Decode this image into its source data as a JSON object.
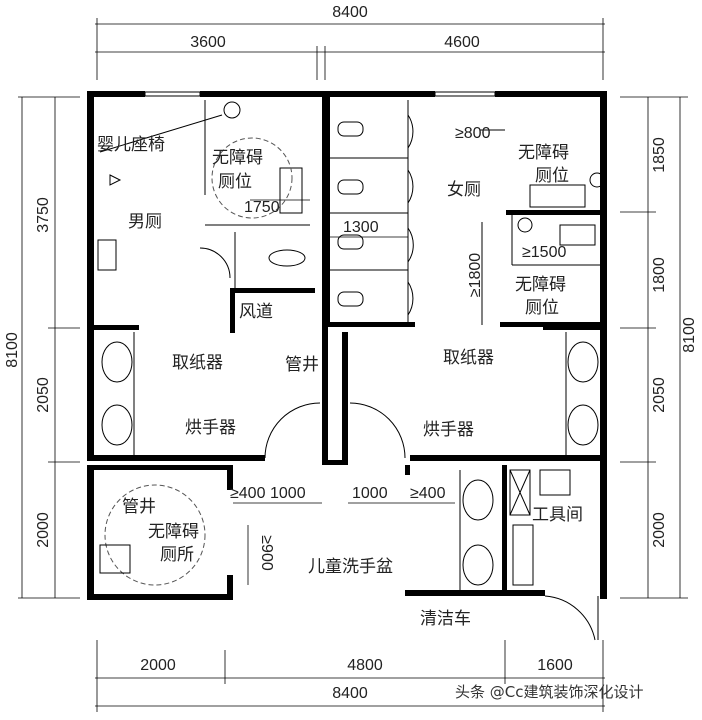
{
  "dimensions": {
    "top_total": "8400",
    "top_left": "3600",
    "top_right": "4600",
    "left_total": "8100",
    "left_segments": [
      "3750",
      "2050",
      "2000"
    ],
    "right_total": "8100",
    "right_segments": [
      "1850",
      "1800",
      "2050",
      "2000"
    ],
    "bottom_segments": [
      "2000",
      "4800",
      "1600"
    ],
    "bottom_total": "8400"
  },
  "rooms": {
    "baby_seat": "婴儿座椅",
    "men_accessible_stall": [
      "无障碍",
      "厕位"
    ],
    "men_accessible_dim": "1750",
    "mens_room": "男厕",
    "air_duct": "风道",
    "men_paper": "取纸器",
    "men_shaft": "管井",
    "men_dryer": "烘手器",
    "stall_dim": "1300",
    "womens_room": "女厕",
    "women_clear_800": "≥800",
    "women_accessible_stall_1": [
      "无障碍",
      "厕位"
    ],
    "women_clear_1500": "≥1500",
    "women_clear_1800": "≥1800",
    "women_accessible_stall_2": [
      "无障碍",
      "厕位"
    ],
    "women_paper": "取纸器",
    "women_dryer": "烘手器",
    "acc_shaft": "管井",
    "accessible_toilet": [
      "无障碍",
      "厕所"
    ],
    "corridor_dims": [
      "≥400",
      "1000",
      "1000",
      "≥400"
    ],
    "corridor_900": "≥900",
    "child_basin": "儿童洗手盆",
    "janitor_room": "工具间",
    "cleaning_cart": "清洁车"
  },
  "watermark": "头条 @Cc建筑装饰深化设计"
}
